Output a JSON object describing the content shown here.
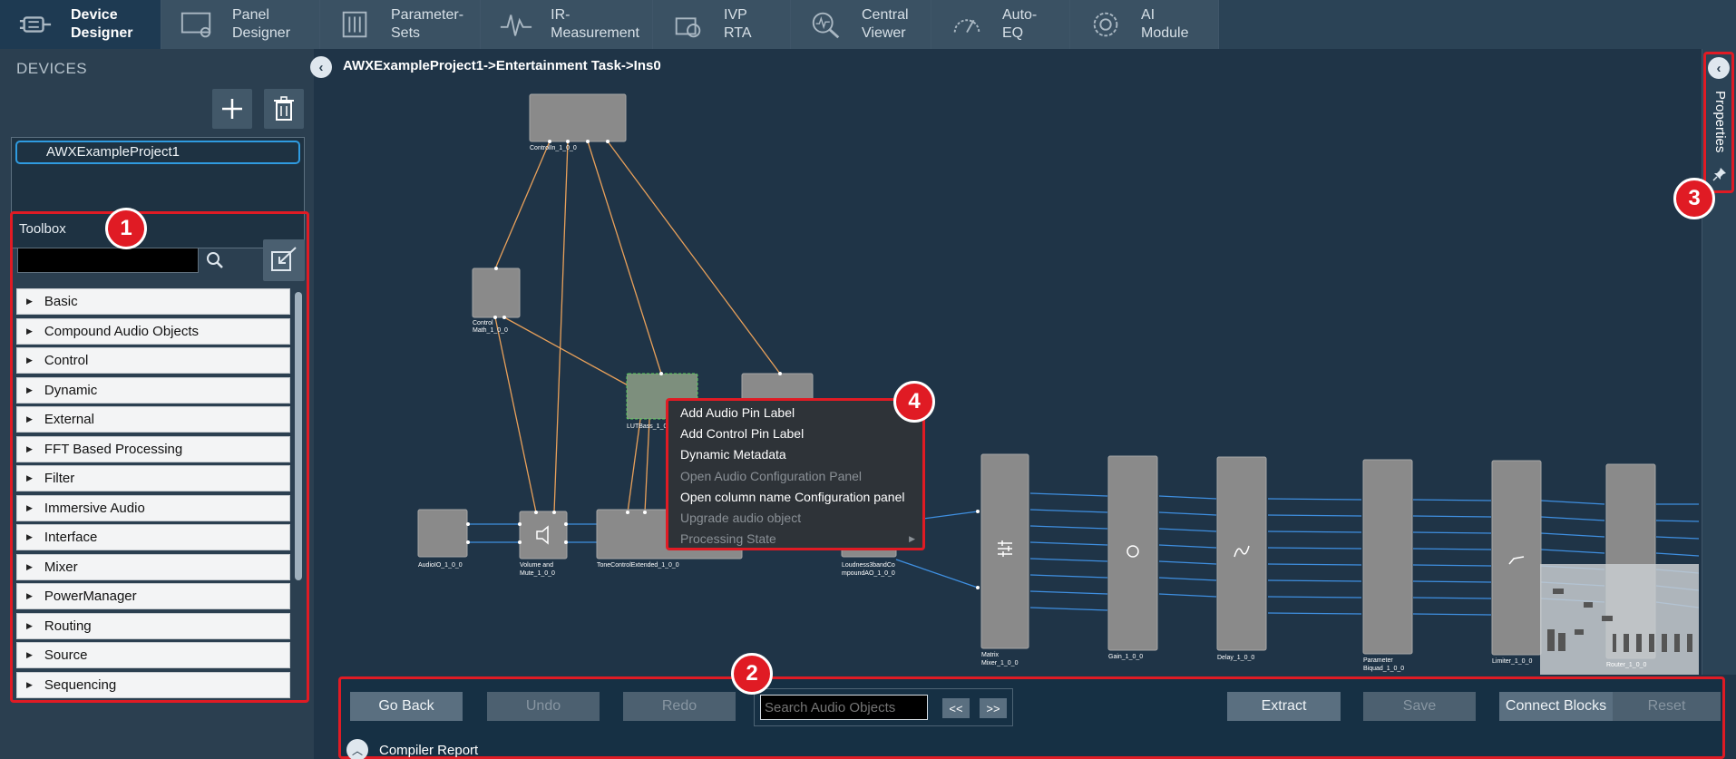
{
  "tabs": [
    {
      "line1": "Device",
      "line2": "Designer",
      "icon": "device-designer-icon",
      "active": true
    },
    {
      "line1": "Panel",
      "line2": "Designer",
      "icon": "panel-designer-icon",
      "active": false
    },
    {
      "line1": "Parameter-",
      "line2": "Sets",
      "icon": "parameter-sets-icon",
      "active": false
    },
    {
      "line1": "IR-",
      "line2": "Measurement",
      "icon": "ir-measurement-icon",
      "active": false
    },
    {
      "line1": "IVP",
      "line2": "RTA",
      "icon": "ivp-rta-icon",
      "active": false
    },
    {
      "line1": "Central",
      "line2": "Viewer",
      "icon": "central-viewer-icon",
      "active": false
    },
    {
      "line1": "Auto-",
      "line2": "EQ",
      "icon": "auto-eq-icon",
      "active": false
    },
    {
      "line1": "AI",
      "line2": "Module",
      "icon": "ai-module-icon",
      "active": false
    }
  ],
  "devices": {
    "title": "DEVICES",
    "items": [
      "AWXExampleProject1"
    ]
  },
  "toolbox": {
    "title": "Toolbox",
    "search_value": "",
    "categories": [
      "Basic",
      "Compound Audio Objects",
      "Control",
      "Dynamic",
      "External",
      "FFT Based Processing",
      "Filter",
      "Immersive Audio",
      "Interface",
      "Mixer",
      "PowerManager",
      "Routing",
      "Source",
      "Sequencing"
    ]
  },
  "breadcrumb": "AWXExampleProject1->Entertainment Task->Ins0",
  "properties_label": "Properties",
  "blocks": {
    "controlin": "ControlIn_1_0_0",
    "controlmath1": "Control",
    "controlmath2": "Math_1_0_0",
    "lutbass": "LUTBass_1_0_0",
    "audioio": "AudioIO_1_0_0",
    "volmute1": "Volume and",
    "volmute2": "Mute_1_0_0",
    "tonecontrol": "ToneControlExtended_1_0_0",
    "loudness1": "Loudness3bandCo",
    "loudness2": "mpoundAO_1_0_0",
    "matrix1": "Matrix",
    "matrix2": "Mixer_1_0_0",
    "gain": "Gain_1_0_0",
    "delay": "Delay_1_0_0",
    "param1": "Parameter",
    "param2": "Biquad_1_0_0",
    "limiter": "Limiter_1_0_0",
    "router": "Router_1_0_0"
  },
  "context_menu": [
    {
      "label": "Add Audio Pin Label",
      "enabled": true
    },
    {
      "label": "Add Control Pin Label",
      "enabled": true
    },
    {
      "label": "Dynamic Metadata",
      "enabled": true
    },
    {
      "label": "Open Audio Configuration Panel",
      "enabled": false
    },
    {
      "label": "Open column name Configuration panel",
      "enabled": true
    },
    {
      "label": "Upgrade audio object",
      "enabled": false
    },
    {
      "label": "Processing State",
      "enabled": false,
      "submenu": true
    }
  ],
  "bottom": {
    "go_back": "Go Back",
    "undo": "Undo",
    "redo": "Redo",
    "search_placeholder": "Search Audio Objects",
    "prev": "<<",
    "next": ">>",
    "extract": "Extract",
    "save": "Save",
    "connect": "Connect Blocks",
    "reset": "Reset",
    "compiler": "Compiler Report"
  },
  "badges": [
    "1",
    "2",
    "3",
    "4"
  ],
  "colors": {
    "accent_red": "#e01b24",
    "wire_control": "#e8a05a",
    "wire_audio": "#3f8fe0",
    "block": "#8a8a8a",
    "selected_border": "#5fd05f"
  }
}
